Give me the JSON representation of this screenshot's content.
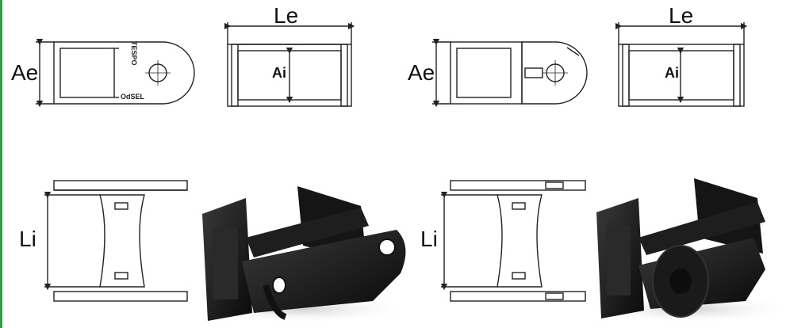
{
  "labels": {
    "ae_left": "Ae",
    "le_left": "Le",
    "ai_left": "Ai",
    "ae_right": "Ae",
    "le_right": "Le",
    "ai_right": "Ai",
    "li_left": "Li",
    "li_right": "Li"
  },
  "brand_text": {
    "top": "TESPO",
    "bottom": "OdSEL"
  },
  "colors": {
    "accent_edge": "#2e9e4a",
    "line": "#222222",
    "link_dark": "#1a1a1a"
  }
}
